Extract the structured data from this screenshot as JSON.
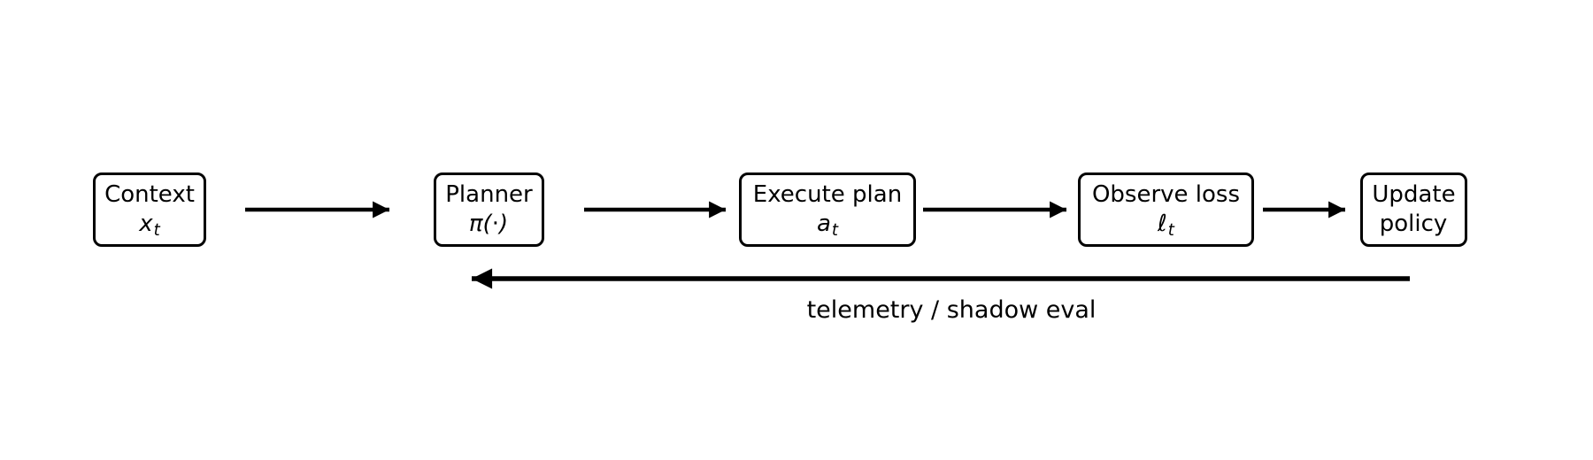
{
  "diagram": {
    "background_color": "#ffffff",
    "stroke_color": "#000000",
    "nodes": [
      {
        "line1": "Context",
        "line2_base": "x",
        "line2_sub": "t"
      },
      {
        "line1": "Planner",
        "line2_base": "π(⋅)",
        "line2_sub": ""
      },
      {
        "line1": "Execute plan",
        "line2_base": "a",
        "line2_sub": "t"
      },
      {
        "line1": "Observe loss",
        "line2_base": "ℓ",
        "line2_sub": "t"
      },
      {
        "line1": "Update",
        "line2_base": "policy",
        "line2_sub": ""
      }
    ],
    "feedback_label": "telemetry / shadow eval"
  }
}
